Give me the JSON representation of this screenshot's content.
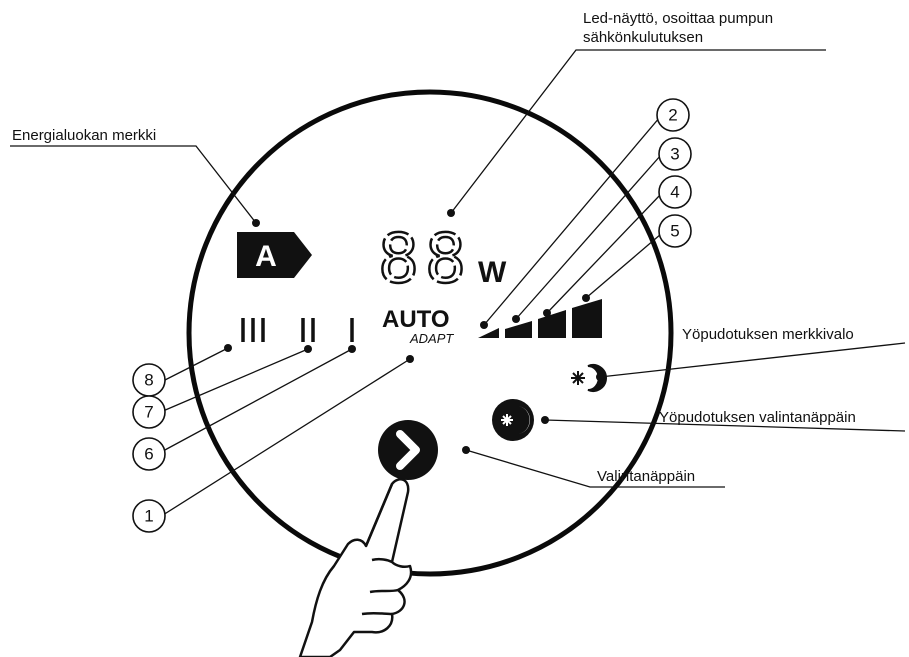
{
  "labels": {
    "led_display_line1": "Led-näyttö, osoittaa pumpun",
    "led_display_line2": "sähkönkulutuksen",
    "energy_class": "Energialuokan merkki",
    "night_indicator": "Yöpudotuksen merkkivalo",
    "night_button": "Yöpudotuksen valintanäppäin",
    "select_button": "Valintanäppäin"
  },
  "display": {
    "energy_class_letter": "A",
    "digits": "88",
    "unit": "W",
    "auto": "AUTO",
    "adapt": "ADAPT",
    "speed_marks": [
      "III",
      "II",
      "I"
    ]
  },
  "callouts": [
    "1",
    "2",
    "3",
    "4",
    "5",
    "6",
    "7",
    "8"
  ]
}
